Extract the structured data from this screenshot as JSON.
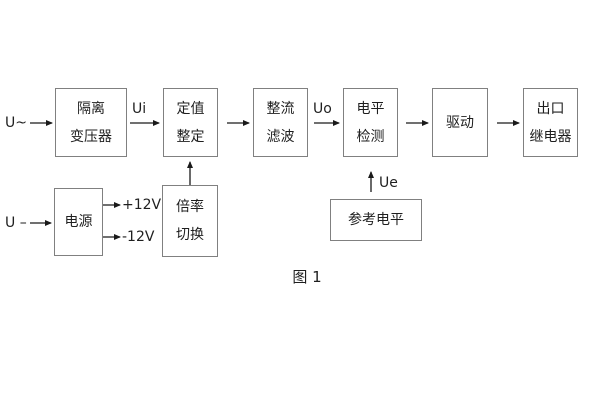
{
  "diagram": {
    "caption": "图 1",
    "blocks": {
      "isolation": {
        "lines": [
          "隔离",
          "变压器"
        ]
      },
      "setpoint": {
        "lines": [
          "定值",
          "整定"
        ]
      },
      "rectifier": {
        "lines": [
          "整流",
          "滤波"
        ]
      },
      "level": {
        "lines": [
          "电平",
          "检测"
        ]
      },
      "driver": {
        "lines": [
          "驱动"
        ]
      },
      "relay": {
        "lines": [
          "出口",
          "继电器"
        ]
      },
      "power": {
        "lines": [
          "电源"
        ]
      },
      "ratio": {
        "lines": [
          "倍率",
          "切换"
        ]
      },
      "reference": {
        "lines": [
          "参考电平"
        ]
      }
    },
    "signals": {
      "ac_input": "U~",
      "dc_input": "U –",
      "ui": "Ui",
      "uo": "Uo",
      "ue": "Ue",
      "plus12": "+12V",
      "minus12": "-12V"
    },
    "colors": {
      "background": "#ffffff",
      "block_border": "#808080",
      "text": "#1f1f1f",
      "arrow": "#1a1a1a"
    }
  }
}
